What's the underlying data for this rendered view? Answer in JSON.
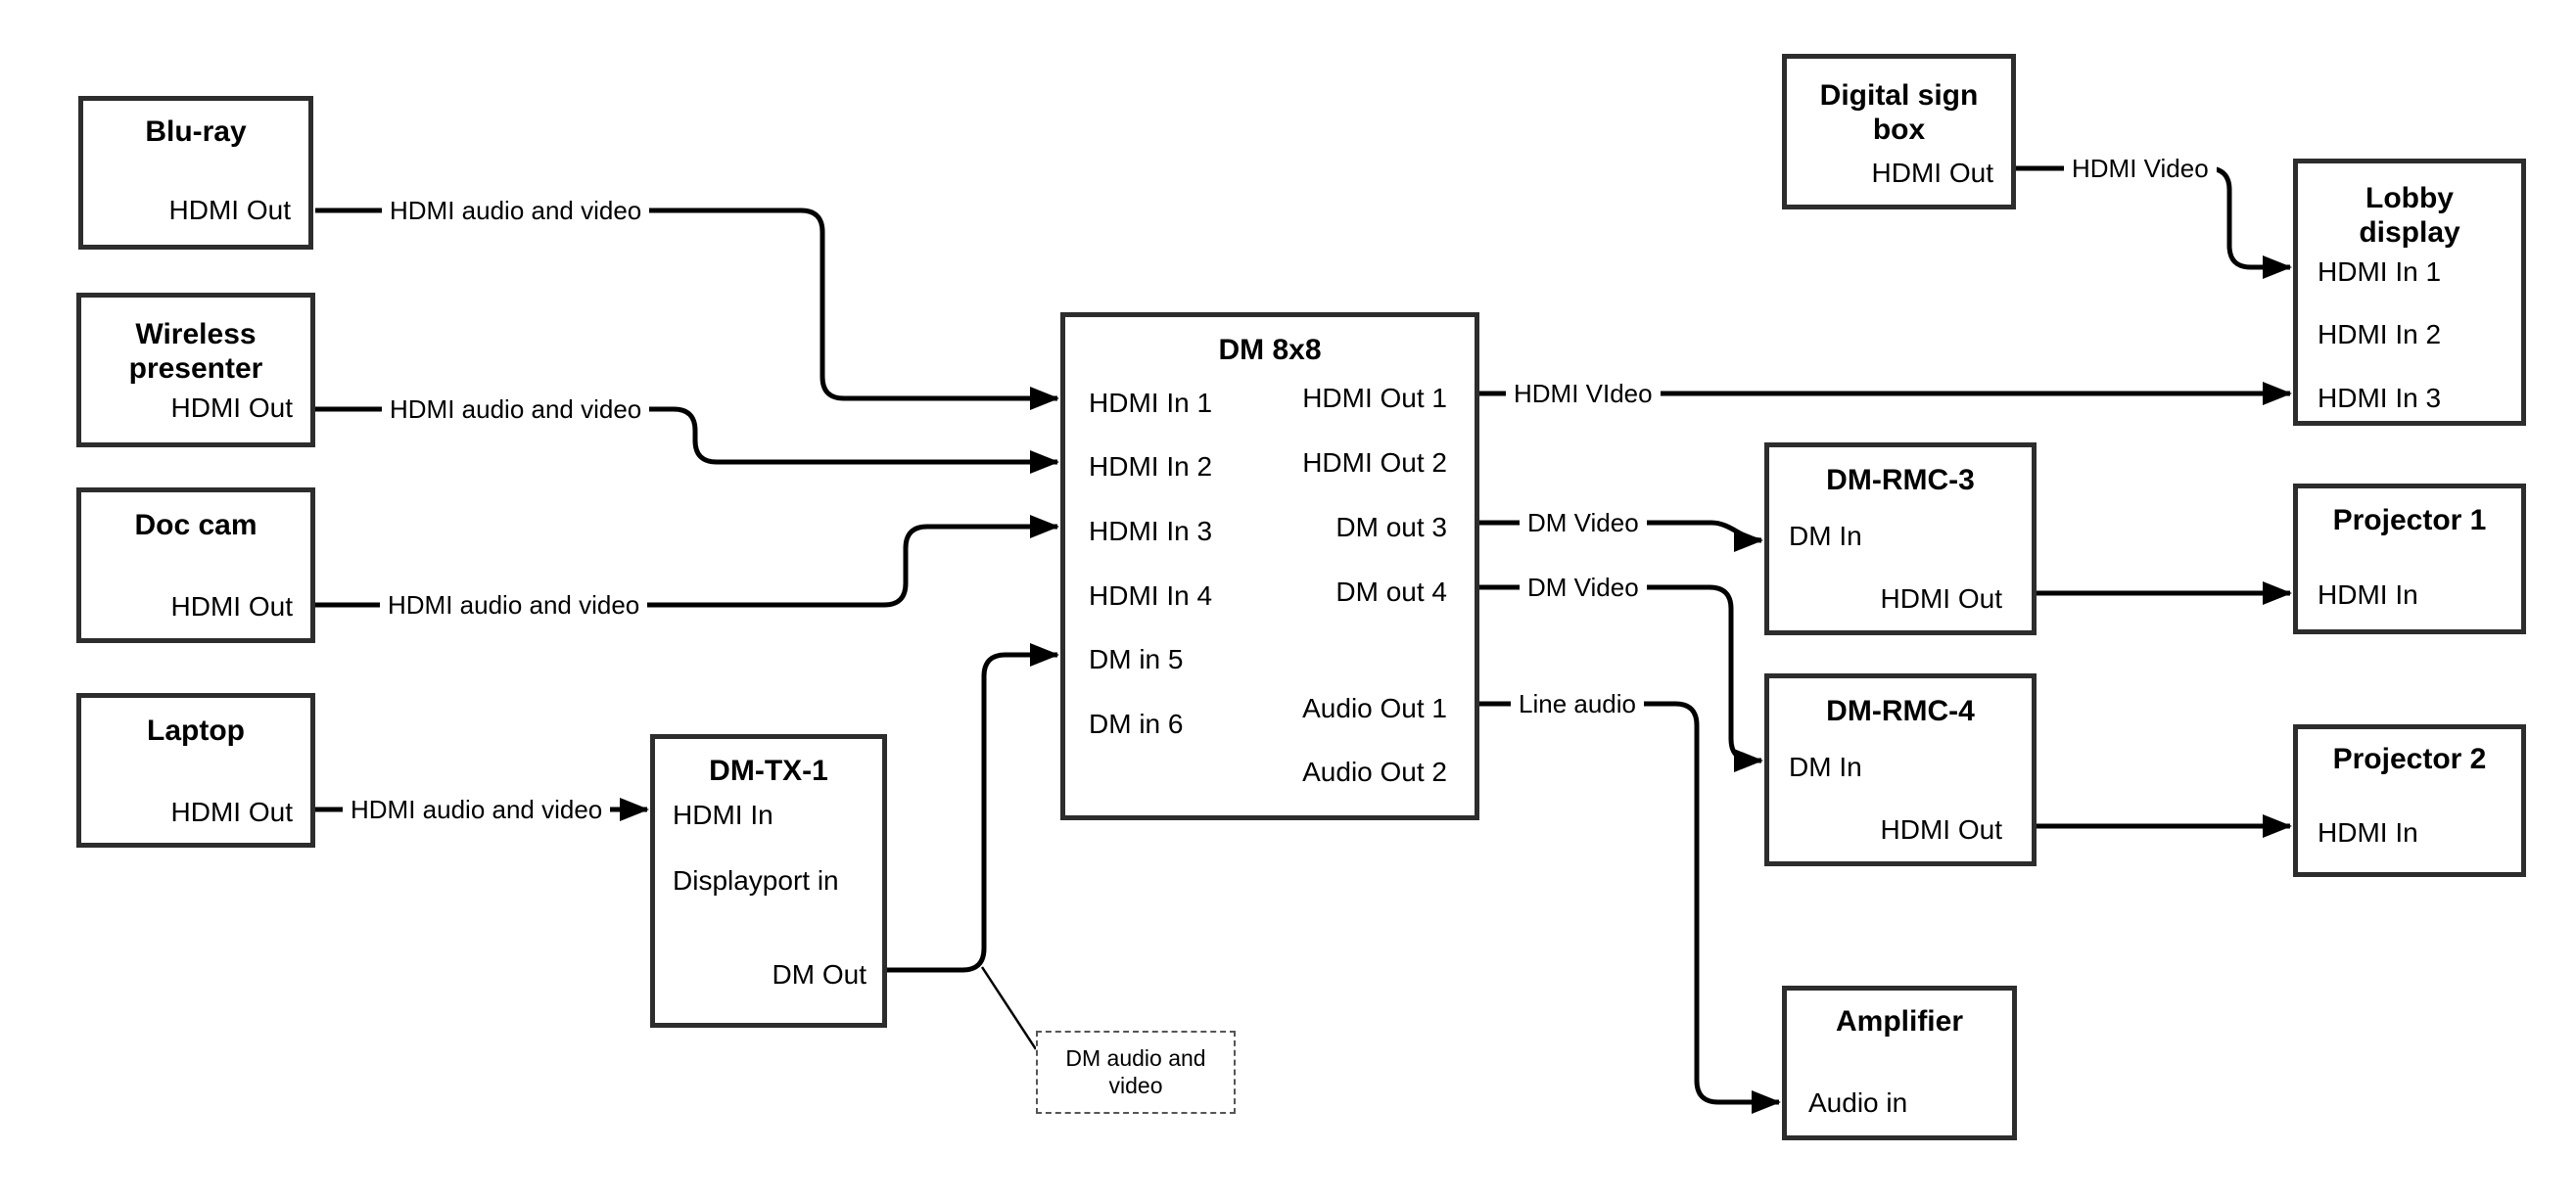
{
  "theme": {
    "background": "#ffffff",
    "line_color": "#000000",
    "box_border_color": "#2d2d2d",
    "text_color": "#000000"
  },
  "nodes": {
    "bluray": {
      "title": "Blu-ray",
      "port_out": "HDMI Out"
    },
    "wireless_presenter": {
      "title": "Wireless presenter",
      "port_out": "HDMI Out"
    },
    "doc_cam": {
      "title": "Doc cam",
      "port_out": "HDMI Out"
    },
    "laptop": {
      "title": "Laptop",
      "port_out": "HDMI Out"
    },
    "dm_tx_1": {
      "title": "DM-TX-1",
      "ports": [
        "HDMI In",
        "Displayport in",
        "DM Out"
      ]
    },
    "dm_8x8": {
      "title": "DM 8x8",
      "inputs": [
        "HDMI In 1",
        "HDMI In 2",
        "HDMI In 3",
        "HDMI In 4",
        "DM in 5",
        "DM in 6"
      ],
      "outputs": [
        "HDMI Out 1",
        "HDMI Out 2",
        "DM out 3",
        "DM out 4",
        "Audio Out 1",
        "Audio Out 2"
      ]
    },
    "digital_sign_box": {
      "title": "Digital sign box",
      "port_out": "HDMI Out"
    },
    "lobby_display": {
      "title": "Lobby display",
      "inputs": [
        "HDMI In 1",
        "HDMI In 2",
        "HDMI In 3"
      ]
    },
    "dm_rmc_3": {
      "title": "DM-RMC-3",
      "port_in": "DM In",
      "port_out": "HDMI Out"
    },
    "projector_1": {
      "title": "Projector 1",
      "port_in": "HDMI In"
    },
    "dm_rmc_4": {
      "title": "DM-RMC-4",
      "port_in": "DM In",
      "port_out": "HDMI Out"
    },
    "projector_2": {
      "title": "Projector 2",
      "port_in": "HDMI In"
    },
    "amplifier": {
      "title": "Amplifier",
      "port_in": "Audio in"
    }
  },
  "connection_labels": {
    "bluray_to_dm": "HDMI audio and video",
    "wireless_to_dm": "HDMI audio and video",
    "doccam_to_dm": "HDMI audio and video",
    "laptop_to_dmtx1": "HDMI audio and video",
    "hdmi_out1_to_lobby": "HDMI VIdeo",
    "dm_out3_to_rmc3": "DM Video",
    "dm_out4_to_rmc4": "DM Video",
    "audio_out1_to_amplifier": "Line audio",
    "digital_sign_to_lobby": "HDMI Video"
  },
  "note": {
    "text": "DM audio and video"
  }
}
